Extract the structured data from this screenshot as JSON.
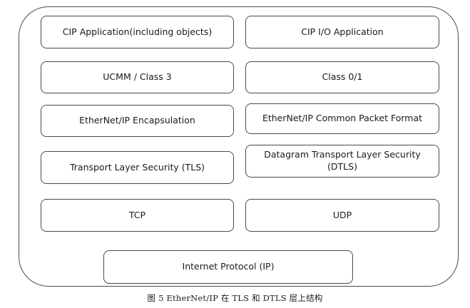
{
  "diagram": {
    "layers": {
      "cip_application": "CIP Application(including objects)",
      "cip_io_application": "CIP I/O Application",
      "ucmm_class3": "UCMM / Class 3",
      "class01": "Class 0/1",
      "ethernetip_encapsulation": "EtherNet/IP Encapsulation",
      "ethernetip_cpf": "EtherNet/IP Common Packet Format",
      "tls": "Transport Layer Security (TLS)",
      "dtls": "Datagram Transport Layer Security (DTLS)",
      "tcp": "TCP",
      "udp": "UDP",
      "ip": "Internet Protocol (IP)"
    },
    "caption": "图 5   EtherNet/IP 在 TLS 和 DTLS 层上结构"
  }
}
